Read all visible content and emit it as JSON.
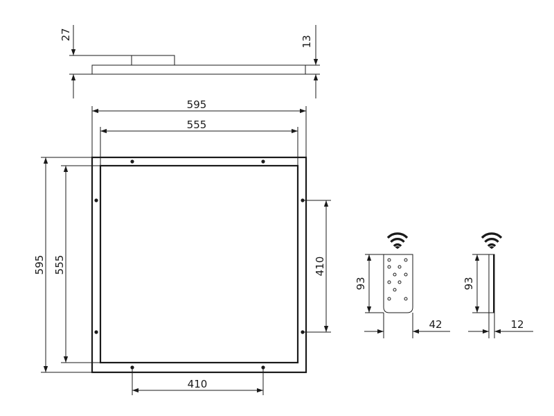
{
  "side_view": {
    "dim_left": "27",
    "dim_right": "13"
  },
  "top_view": {
    "outer_width": "595",
    "inner_width": "555",
    "outer_height": "595",
    "inner_height": "555",
    "right_mount_spacing": "410",
    "bottom_mount_spacing": "410"
  },
  "remote_front": {
    "height": "93",
    "width": "42",
    "wifi_icon": "wifi-icon"
  },
  "remote_side": {
    "height": "93",
    "thickness": "12",
    "wifi_icon": "wifi-icon"
  }
}
